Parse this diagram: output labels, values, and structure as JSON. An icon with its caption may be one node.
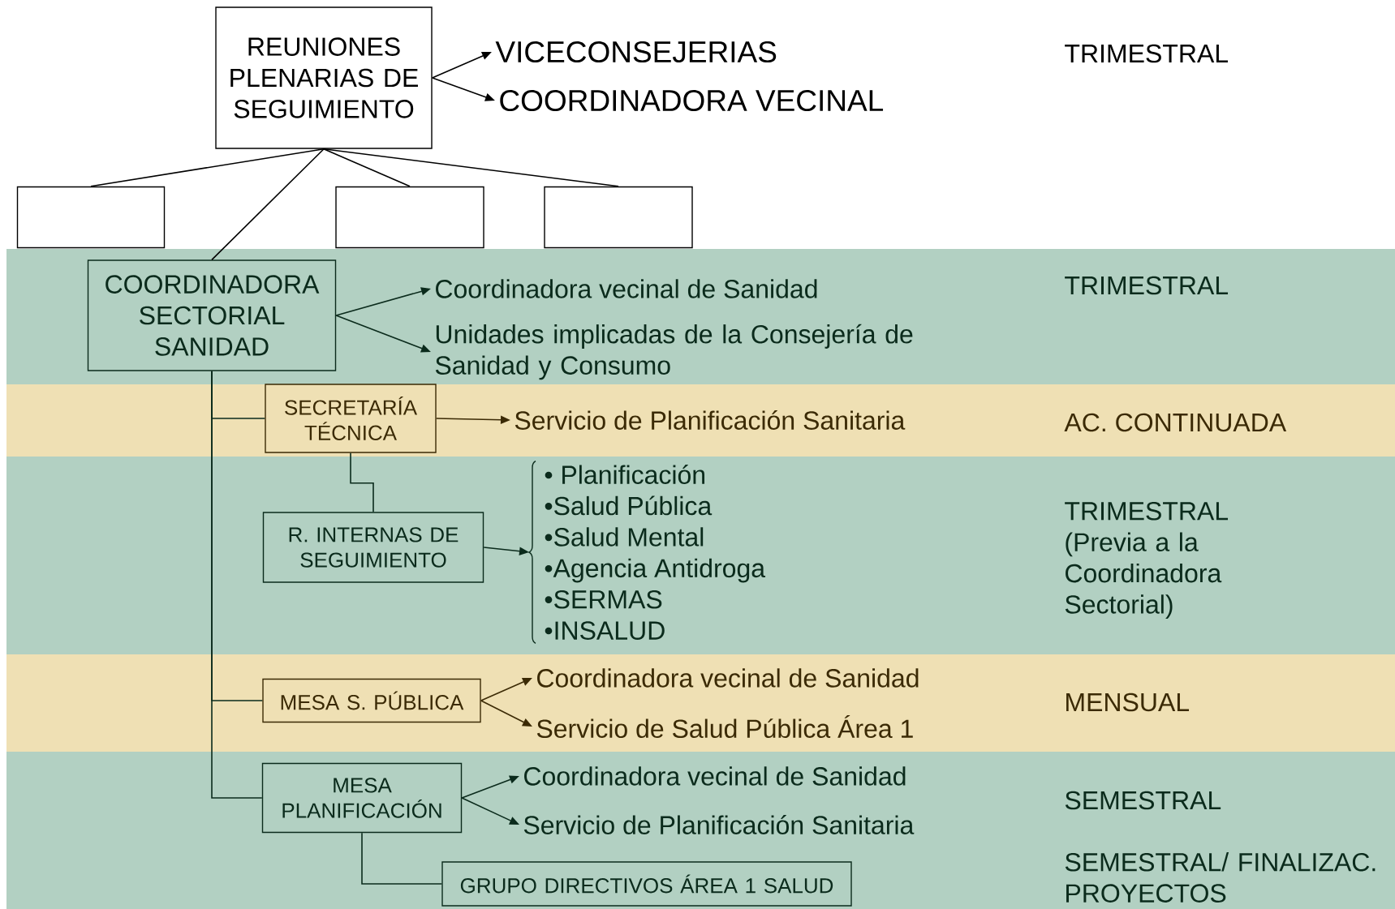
{
  "diagram": {
    "nodes": [
      {
        "text": [
          "REUNIONES PLENARIAS DE SEGUIMIENTO"
        ]
      },
      {
        "text": [
          "VICECONSEJERIAS"
        ]
      },
      {
        "text": [
          "COORDINADORA VECINAL"
        ]
      },
      {
        "text": [],
        "shape": "box"
      },
      {
        "text": [],
        "shape": "box"
      },
      {
        "text": [],
        "shape": "box"
      },
      {
        "text": [
          "COORDINADORA SECTORIAL SANIDAD"
        ]
      },
      {
        "text": [
          "Coordinadora vecinal de Sanidad"
        ]
      },
      {
        "text": [
          "Unidades implicadas de la Consejería de Sanidad y Consumo"
        ]
      },
      {
        "text": [
          "SECRETARÍA TÉCNICA"
        ]
      },
      {
        "text": [
          "Servicio de Planificación Sanitaria"
        ]
      },
      {
        "text": [
          "R. INTERNAS DE SEGUIMIENTO"
        ]
      },
      {
        "text": [
          "• Planificación",
          "•Salud Pública",
          "•Salud Mental",
          "•Agencia Antidroga",
          "•SERMAS",
          "•INSALUD"
        ]
      },
      {
        "text": [
          "MESA S. PÚBLICA"
        ]
      },
      {
        "text": [
          "Coordinadora vecinal de Sanidad"
        ]
      },
      {
        "text": [
          "Servicio de Salud Pública Área 1"
        ]
      },
      {
        "text": [
          "MESA PLANIFICACIÓN"
        ]
      },
      {
        "text": [
          "Coordinadora vecinal de Sanidad"
        ]
      },
      {
        "text": [
          "Servicio de Planificación Sanitaria"
        ]
      },
      {
        "text": [
          "GRUPO DIRECTIVOS ÁREA 1 SALUD"
        ]
      }
    ],
    "edges": [
      {
        "from": 0,
        "to": 1,
        "arrow": "to"
      },
      {
        "from": 0,
        "to": 2,
        "arrow": "to"
      },
      {
        "from": 0,
        "to": 3,
        "arrow": "none"
      },
      {
        "from": 0,
        "to": 4,
        "arrow": "none"
      },
      {
        "from": 0,
        "to": 5,
        "arrow": "none"
      },
      {
        "from": 0,
        "to": 6,
        "arrow": "none"
      },
      {
        "from": 6,
        "to": 7,
        "arrow": "to"
      },
      {
        "from": 6,
        "to": 8,
        "arrow": "to"
      },
      {
        "from": 6,
        "to": 9,
        "arrow": "none"
      },
      {
        "from": 9,
        "to": 10,
        "arrow": "to"
      },
      {
        "from": 9,
        "to": 11,
        "arrow": "none"
      },
      {
        "from": 11,
        "to": 12,
        "arrow": "to"
      },
      {
        "from": 6,
        "to": 13,
        "arrow": "none"
      },
      {
        "from": 13,
        "to": 14,
        "arrow": "to"
      },
      {
        "from": 13,
        "to": 15,
        "arrow": "to"
      },
      {
        "from": 6,
        "to": 16,
        "arrow": "none"
      },
      {
        "from": 16,
        "to": 17,
        "arrow": "to"
      },
      {
        "from": 16,
        "to": 18,
        "arrow": "to"
      },
      {
        "from": 16,
        "to": 19,
        "arrow": "none"
      }
    ],
    "labels": [
      "TRIMESTRAL",
      "TRIMESTRAL",
      "AC. CONTINUADA",
      "TRIMESTRAL (Previa a la Coordinadora Sectorial)",
      "MENSUAL",
      "SEMESTRAL",
      "SEMESTRAL/ FINALIZAC. PROYECTOS"
    ]
  }
}
